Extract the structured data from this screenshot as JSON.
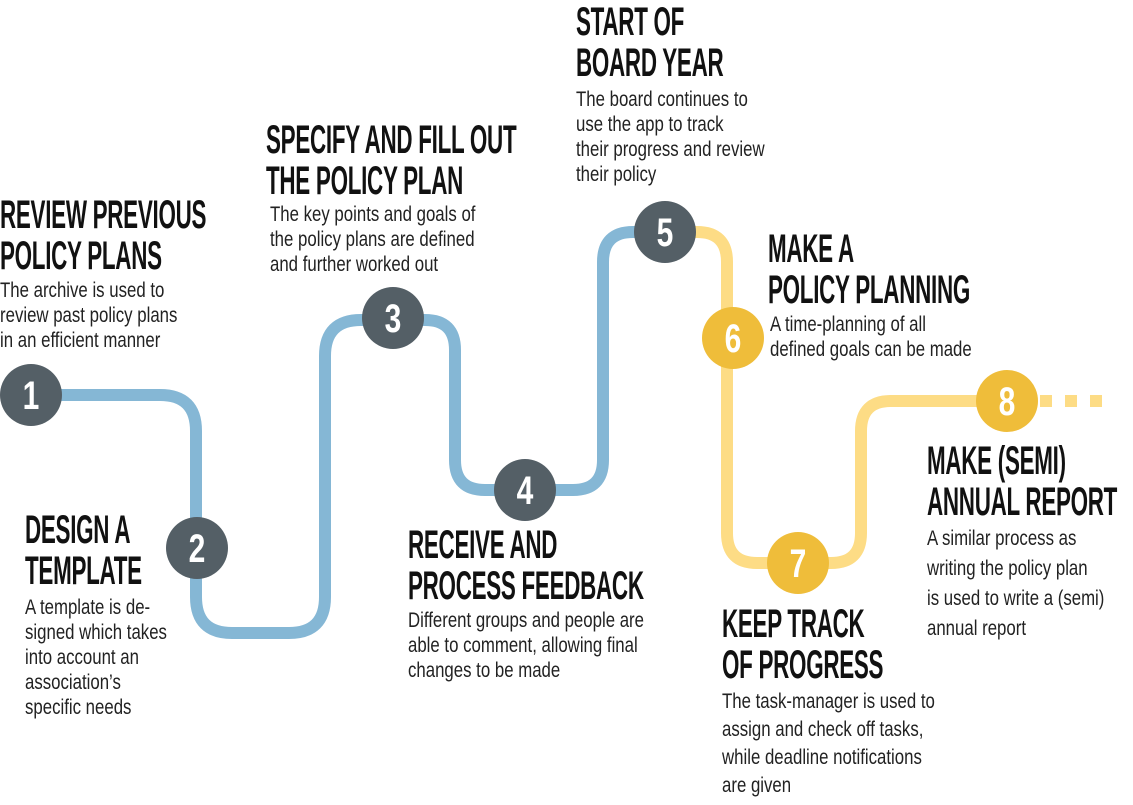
{
  "colors": {
    "blue_path": "#85b7d5",
    "yellow_path": "#fddc85",
    "dark_circle": "#545f66",
    "yellow_circle": "#efbd3a"
  },
  "steps": [
    {
      "number": "1",
      "title": [
        "REVIEW PREVIOUS",
        "POLICY PLANS"
      ],
      "text": [
        "The archive is used to",
        "review past policy plans",
        "in an efficient manner"
      ]
    },
    {
      "number": "2",
      "title": [
        "DESIGN A",
        "TEMPLATE"
      ],
      "text": [
        "A template is de-",
        "signed which takes",
        "into account an",
        "association’s",
        "specific needs"
      ]
    },
    {
      "number": "3",
      "title": [
        "SPECIFY AND FILL OUT",
        "THE POLICY PLAN"
      ],
      "text": [
        "The key points and goals of",
        "the policy plans are defined",
        "and further worked out"
      ]
    },
    {
      "number": "4",
      "title": [
        "RECEIVE AND",
        "PROCESS FEEDBACK"
      ],
      "text": [
        "Different groups and people are",
        "able to comment, allowing final",
        "changes to be made"
      ]
    },
    {
      "number": "5",
      "title": [
        "START OF",
        "BOARD YEAR"
      ],
      "text": [
        "The board continues to",
        "use the app to track",
        "their progress and review",
        "their policy"
      ]
    },
    {
      "number": "6",
      "title": [
        "MAKE A",
        "POLICY PLANNING"
      ],
      "text": [
        "A time-planning of all",
        "defined goals can be made"
      ]
    },
    {
      "number": "7",
      "title": [
        "KEEP TRACK",
        "OF PROGRESS"
      ],
      "text": [
        "The task-manager is used to",
        "assign and check off tasks,",
        "while deadline notifications",
        "are given"
      ]
    },
    {
      "number": "8",
      "title": [
        "MAKE (SEMI)",
        "ANNUAL REPORT"
      ],
      "text": [
        "A similar process as",
        "writing the policy plan",
        "is used to write a (semi)",
        "annual report"
      ]
    }
  ]
}
